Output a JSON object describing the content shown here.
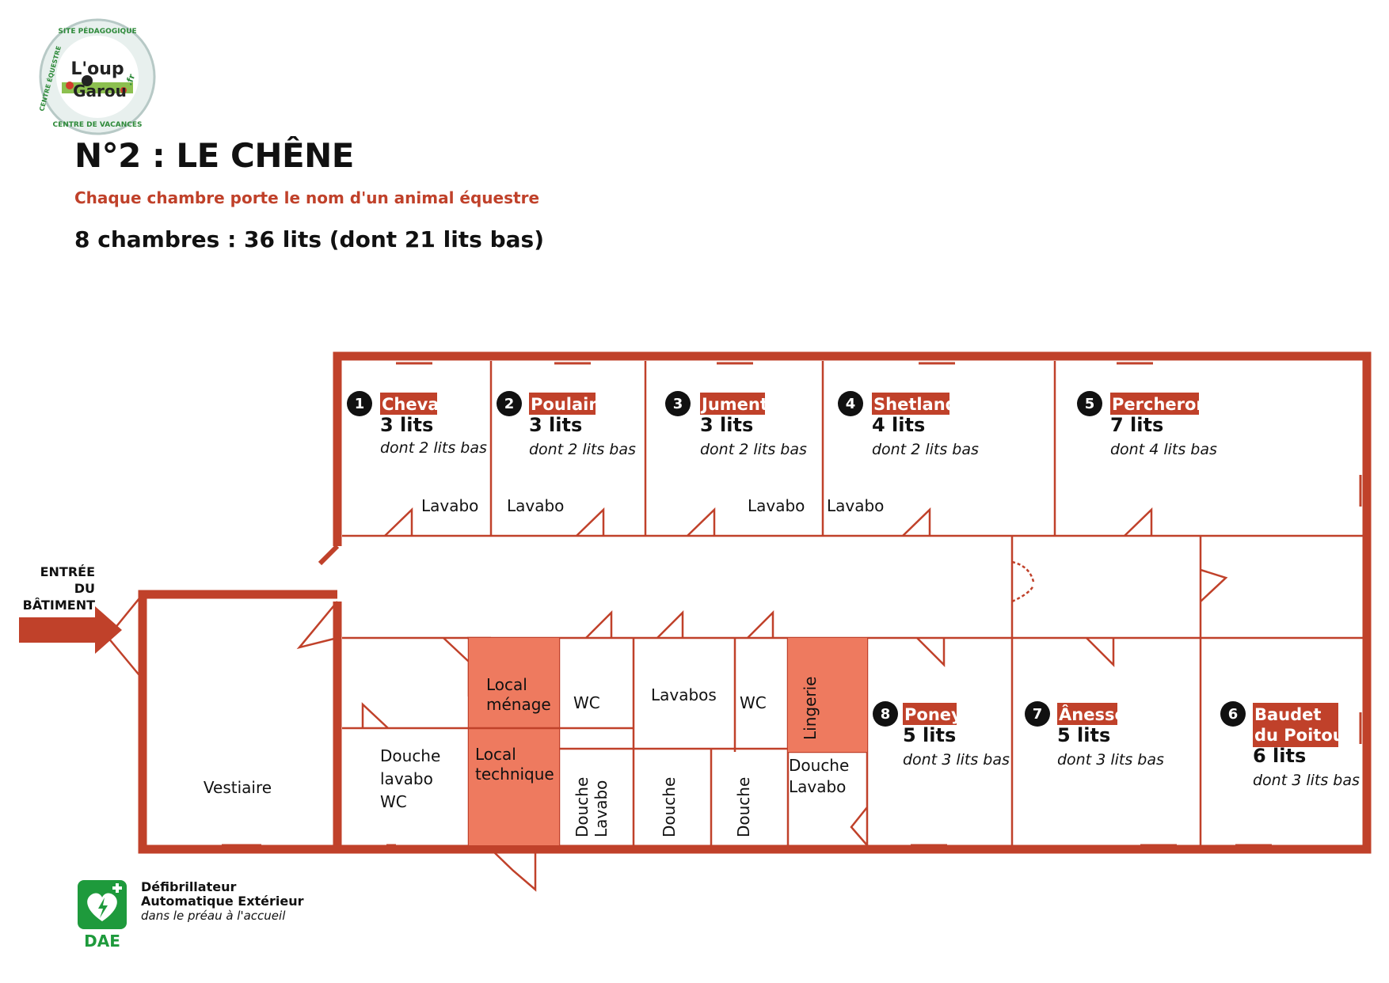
{
  "header": {
    "title": "N°2 : LE CHÊNE",
    "subtitle": "Chaque chambre porte le nom d'un animal équestre",
    "summary": "8 chambres : 36 lits (dont 21 lits bas)"
  },
  "logo": {
    "ring_text": "SITE PÉDAGOGIQUE · CENTRE DE VACANCES · CENTRE ÉQUESTRE",
    "brand": "L'oup Garou.fr"
  },
  "entrance": {
    "lines": [
      "ENTRÉE",
      "DU",
      "BÂTIMENT"
    ]
  },
  "rooms": [
    {
      "num": "1",
      "name": "Cheval",
      "beds": "3 lits",
      "low": "dont 2 lits bas"
    },
    {
      "num": "2",
      "name": "Poulain",
      "beds": "3 lits",
      "low": "dont 2 lits bas"
    },
    {
      "num": "3",
      "name": "Jument",
      "beds": "3 lits",
      "low": "dont 2 lits bas"
    },
    {
      "num": "4",
      "name": "Shetland",
      "beds": "4 lits",
      "low": "dont 2 lits bas"
    },
    {
      "num": "5",
      "name": "Percheron",
      "beds": "7 lits",
      "low": "dont 4 lits bas"
    },
    {
      "num": "6",
      "name": "Baudet du Poitou",
      "name_lines": [
        "Baudet",
        "du Poitou"
      ],
      "beds": "6 lits",
      "low": "dont 3 lits bas"
    },
    {
      "num": "7",
      "name": "Ânesse",
      "beds": "5 lits",
      "low": "dont 3 lits bas"
    },
    {
      "num": "8",
      "name": "Poney",
      "beds": "5 lits",
      "low": "dont 3 lits bas"
    }
  ],
  "labels": {
    "lavabo": "Lavabo",
    "lavabos": "Lavabos",
    "wc": "WC",
    "douche": "Douche",
    "vestiaire": "Vestiaire",
    "lingerie": "Lingerie",
    "local_menage": [
      "Local",
      "ménage"
    ],
    "local_technique": [
      "Local",
      "technique"
    ],
    "douche_lavabo_wc": [
      "Douche",
      "lavabo",
      "WC"
    ],
    "douche_lavabo_vertical": [
      "Douche",
      "Lavabo"
    ],
    "douche_lavabo": [
      "Douche",
      "Lavabo"
    ]
  },
  "dae": {
    "badge": "DAE",
    "line1": "Défibrillateur",
    "line2": "Automatique Extérieur",
    "line3": "dans le préau à l'accueil"
  },
  "colors": {
    "wall": "#c0412a",
    "accent": "#c0412a",
    "highlight_room": "#ee7a5f",
    "dae_green": "#1e9a3c"
  }
}
